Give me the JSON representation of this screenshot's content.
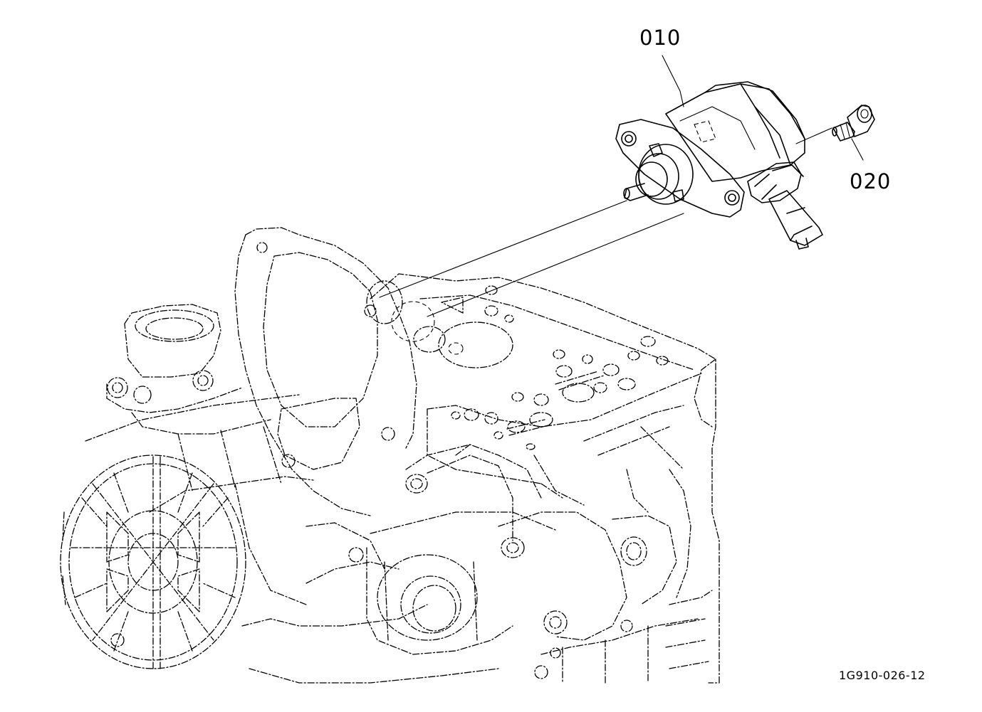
{
  "figure": {
    "callouts": [
      {
        "id": "010"
      },
      {
        "id": "020"
      }
    ],
    "figure_id": "1G910-026-12"
  }
}
